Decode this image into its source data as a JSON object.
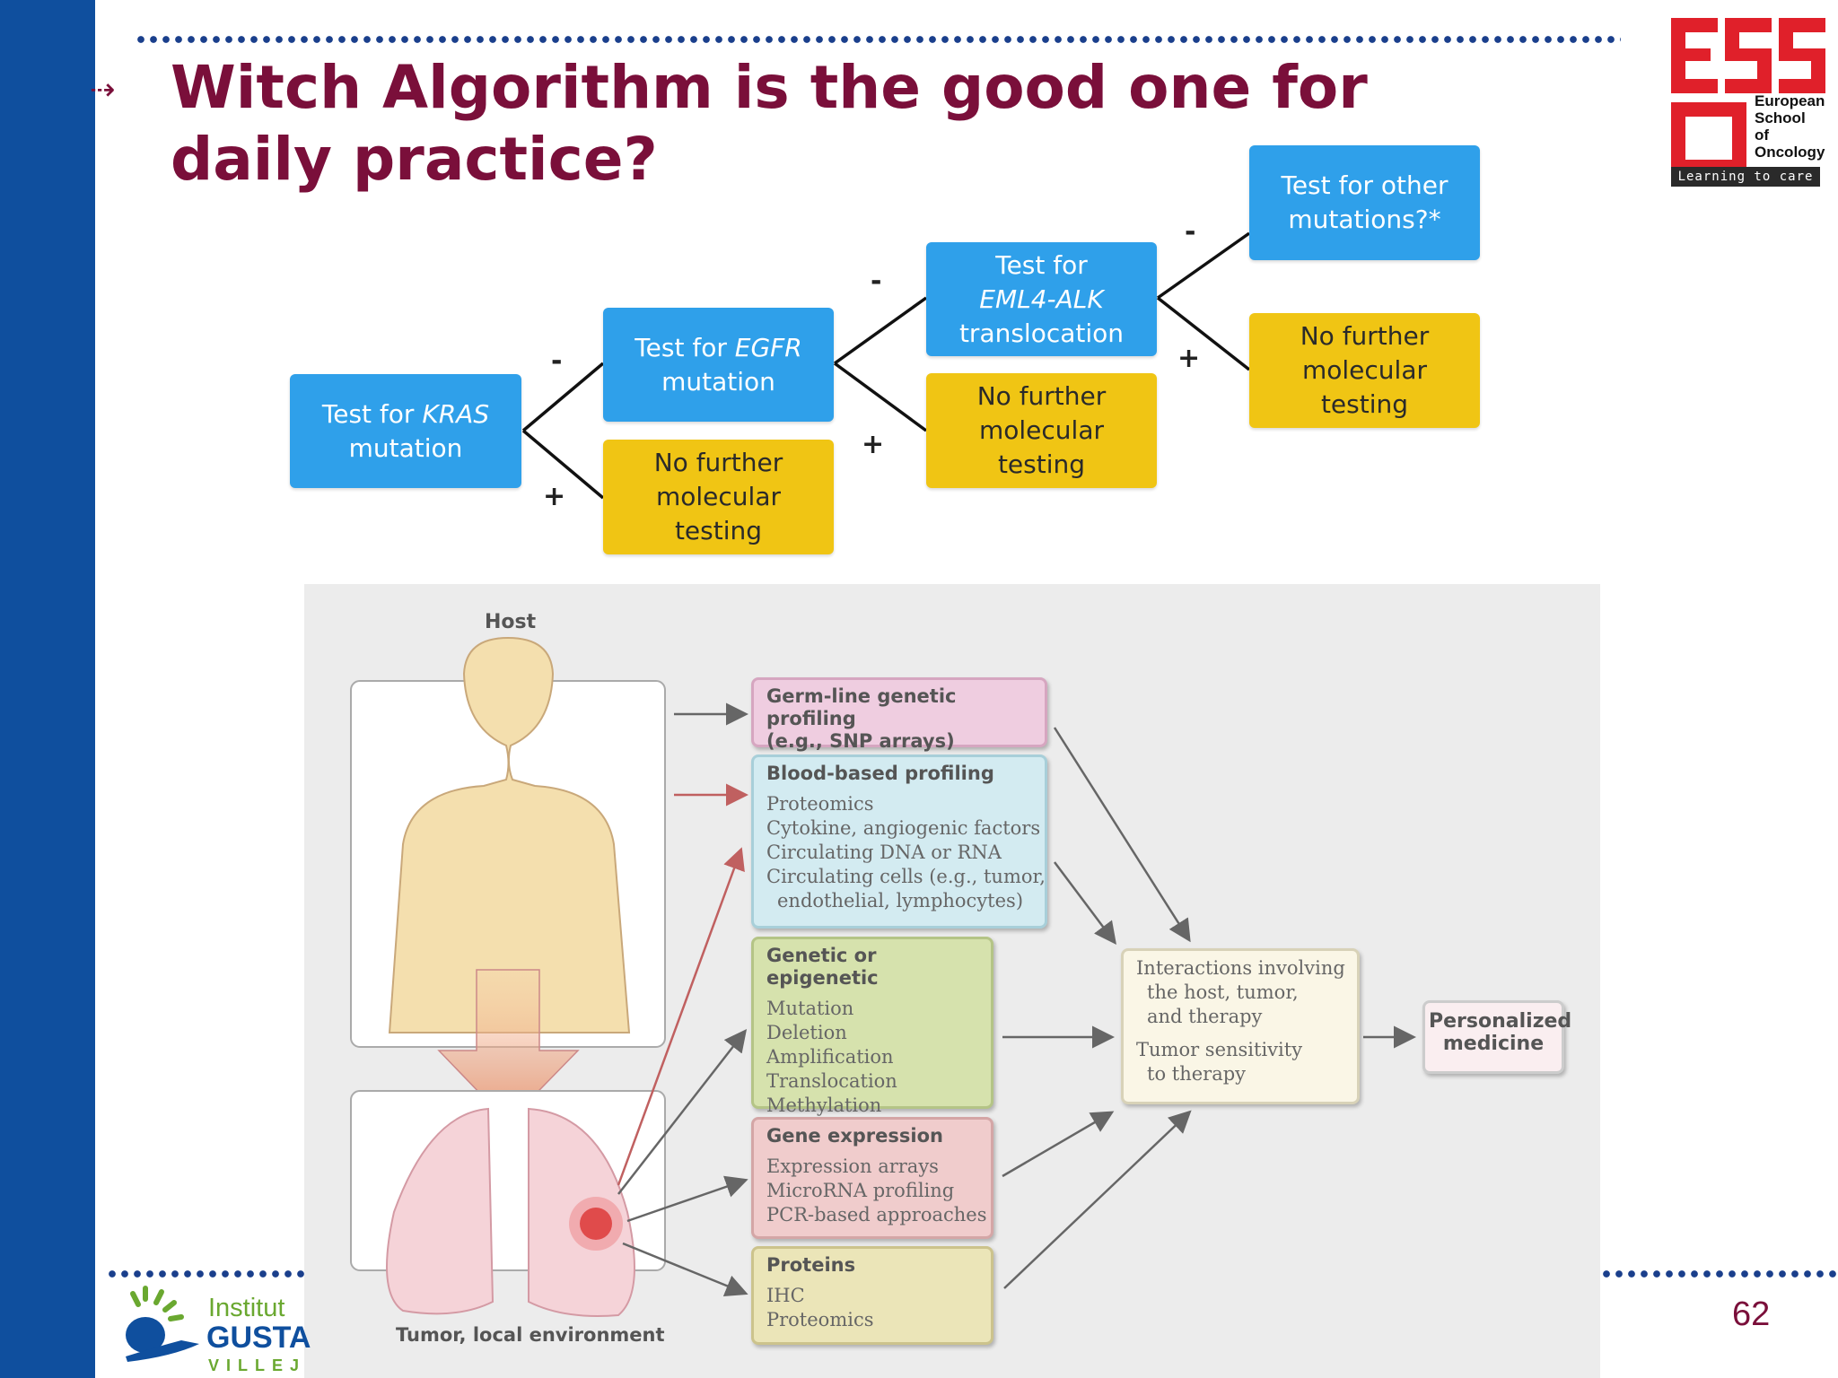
{
  "slide": {
    "title": "Witch Algorithm is the good one for daily practice?",
    "page_number": "62"
  },
  "logos": {
    "eso": {
      "line1": "European",
      "line2": "School",
      "line3": "of",
      "line4": "Oncology",
      "tagline": "Learning to care"
    },
    "institut": {
      "line1": "Institut",
      "line2": "GUSTA",
      "line3": "VILLEJ"
    }
  },
  "flow": {
    "kras": {
      "pre": "Test for ",
      "gene": "KRAS",
      "post": "mutation"
    },
    "egfr": {
      "pre": "Test for ",
      "gene": "EGFR",
      "post": "mutation"
    },
    "alk": {
      "pre": "Test for",
      "gene": "EML4-ALK",
      "post": "translocation"
    },
    "other": {
      "line1": "Test for other",
      "line2": "mutations?*"
    },
    "nofurther": {
      "line1": "No further",
      "line2": "molecular",
      "line3": "testing"
    },
    "minus": "-",
    "plus": "+"
  },
  "figure": {
    "host_label": "Host",
    "tumor_label": "Tumor, local environment",
    "germline": {
      "title": "Germ-line genetic profiling",
      "sub": "(e.g., SNP arrays)"
    },
    "blood": {
      "title": "Blood-based profiling",
      "items": [
        "Proteomics",
        "Cytokine, angiogenic factors",
        "Circulating DNA or RNA",
        "Circulating cells (e.g., tumor,",
        "endothelial, lymphocytes)"
      ]
    },
    "genetic": {
      "title": "Genetic or epigenetic",
      "items": [
        "Mutation",
        "Deletion",
        "Amplification",
        "Translocation",
        "Methylation"
      ]
    },
    "expression": {
      "title": "Gene expression",
      "items": [
        "Expression arrays",
        "MicroRNA profiling",
        "PCR-based approaches"
      ]
    },
    "proteins": {
      "title": "Proteins",
      "items": [
        "IHC",
        "Proteomics"
      ]
    },
    "interactions": {
      "items": [
        "Interactions involving",
        "the host, tumor,",
        "and therapy",
        "Tumor sensitivity",
        "to therapy"
      ]
    },
    "personalized": {
      "line1": "Personalized",
      "line2": "medicine"
    }
  },
  "colors": {
    "sidebar": "#0f4f9e",
    "title": "#7a0f3a",
    "flow_blue": "#2fa0ea",
    "flow_yellow": "#f0c514",
    "eso_red": "#e0202a"
  }
}
